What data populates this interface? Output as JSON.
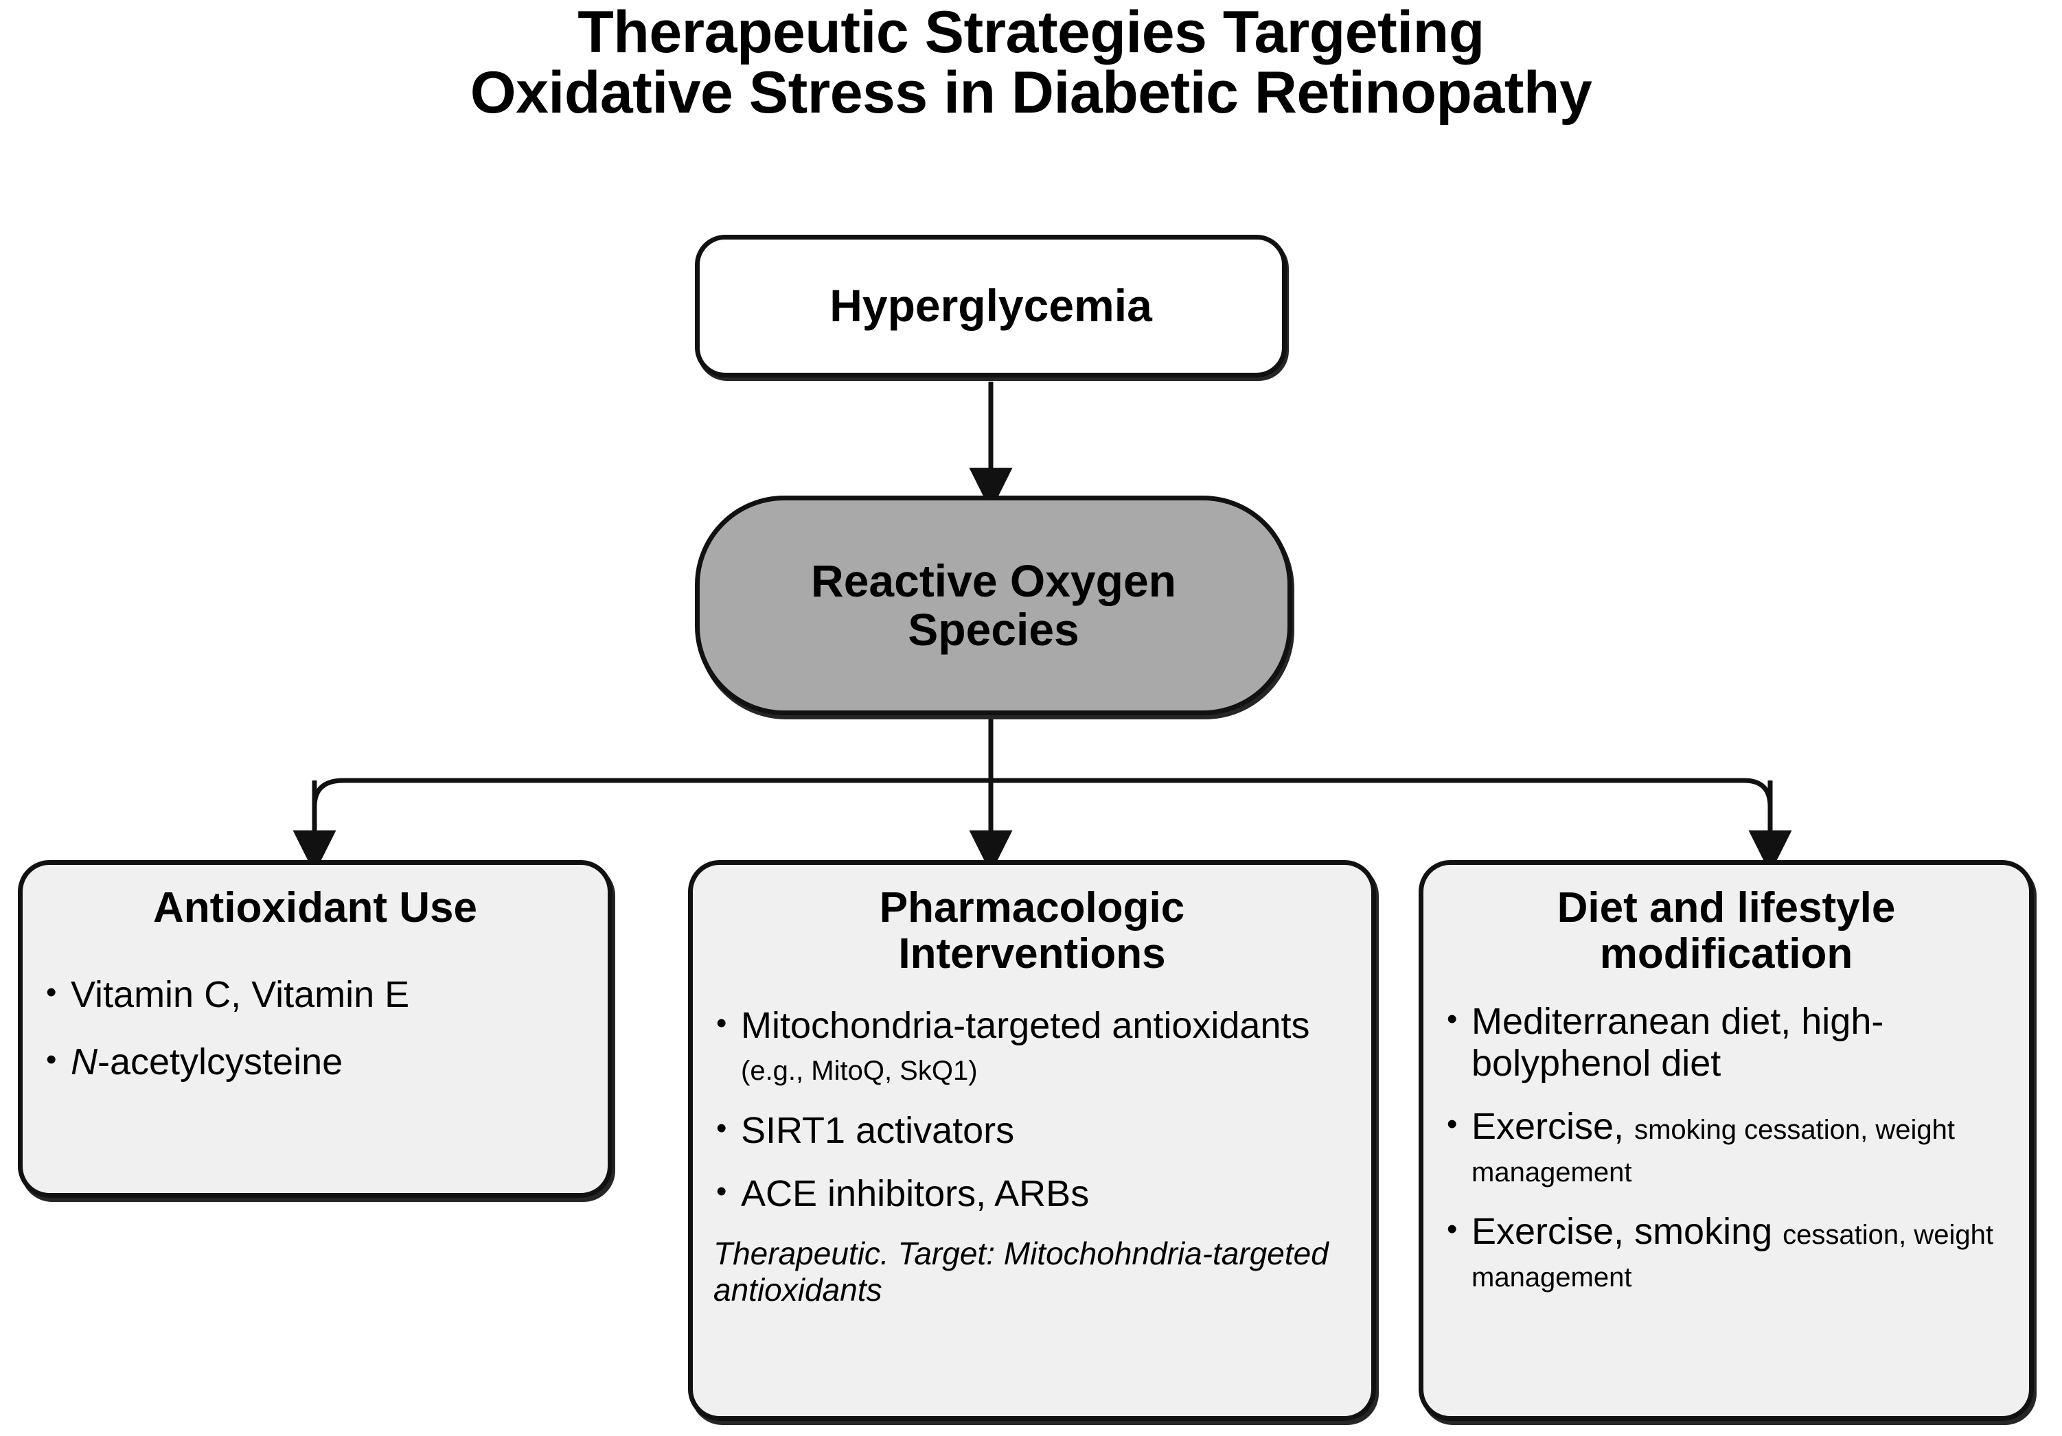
{
  "title": {
    "line1": "Therapeutic Strategies Targeting",
    "line2": "Oxidative Stress in Diabetic Retinopathy"
  },
  "colors": {
    "page_background": "#ffffff",
    "stroke": "#111111",
    "ros_fill": "#a9a9a9",
    "leaf_fill": "#f0f0f0",
    "top_fill": "#ffffff"
  },
  "nodes": {
    "hyperglycemia": {
      "label": "Hyperglycemia"
    },
    "reactive_oxygen_species": {
      "label_line1": "Reactive Oxygen",
      "label_line2": "Species"
    }
  },
  "branches": [
    {
      "id": "antioxidant-use",
      "title": "Antioxidant Use",
      "bullets": [
        {
          "text": "Vitamin C, Vitamin E"
        },
        {
          "italic_prefix": "N",
          "text": "-acetylcysteine"
        }
      ]
    },
    {
      "id": "pharmacologic-interventions",
      "title_line1": "Pharmacologic",
      "title_line2": "Interventions",
      "bullets": [
        {
          "text": "Mitochondria-targeted antioxidants ",
          "small_suffix": "(e.g., MitoQ, SkQ1)"
        },
        {
          "text": "SIRT1 activators"
        },
        {
          "text": "ACE inhibitors,  ARBs"
        }
      ],
      "note": "Therapeutic. Target: Mitochohndria-targeted antioxidants"
    },
    {
      "id": "diet-and-lifestyle-modification",
      "title_line1": "Diet and lifestyle",
      "title_line2": "modification",
      "bullets": [
        {
          "text": "Mediterranean diet, high-bolyphenol diet"
        },
        {
          "text": "Exercise, ",
          "small_suffix": "smoking cessation, weight management"
        },
        {
          "text": "Exercise, smoking ",
          "small_suffix": "cessation, weight management"
        }
      ]
    }
  ],
  "connectors": {
    "hyper_to_ros": "arrow-down",
    "ros_to_branches": "split-arrow-three-way"
  }
}
